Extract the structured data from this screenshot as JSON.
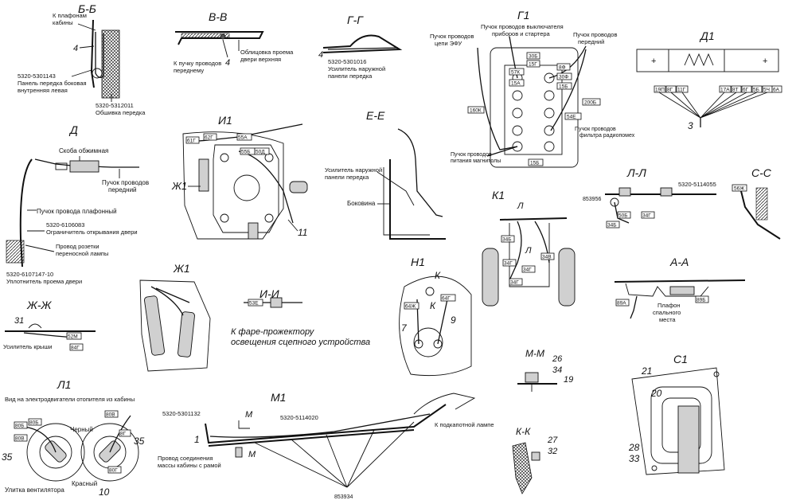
{
  "colors": {
    "ink": "#111111",
    "paper": "#ffffff",
    "shade": "#d0d0d0"
  },
  "views": {
    "bb": {
      "title": "Б-Б",
      "l_cab": "К плафонам",
      "l_cab2": "кабины",
      "n4": "4",
      "p1": "5320-5301143",
      "p1d1": "Панель передка боковая",
      "p1d2": "внутренняя левая",
      "p2": "5320-5312011",
      "p2d": "Обшивка передка"
    },
    "vv": {
      "title": "В-В",
      "l1": "Облицовка проема",
      "l2": "двери верхняя",
      "l3": "К пучку проводов",
      "l4": "переднему",
      "n4": "4"
    },
    "gg": {
      "title": "Г-Г",
      "n4": "4",
      "p": "5320-5301016",
      "d1": "Усилитель наружной",
      "d2": "панели передка"
    },
    "g1": {
      "title": "Г1",
      "l_efu1": "Пучок проводов",
      "l_efu2": "цепи ЭФУ",
      "l_sw1": "Пучок проводов выключателя",
      "l_sw2": "приборов и стартера",
      "l_front1": "Пучок проводов",
      "l_front2": "передний",
      "l_filter1": "Пучок проводов",
      "l_filter2": "фильтра радиопомех",
      "l_mag1": "Пучок проводов",
      "l_mag2": "питания магнитолы",
      "tags": [
        "30Б",
        "15Г",
        "57К",
        "15А",
        "8Ф",
        "30Ф",
        "15Б",
        "160К",
        "200Б",
        "54Е",
        "15Б"
      ]
    },
    "d1": {
      "title": "Д1",
      "plus1": "+",
      "plus2": "+",
      "tags": [
        "19П",
        "8Г",
        "11Г",
        "17А",
        "8Т",
        "6Г",
        "5Б",
        "5Ч",
        "6А"
      ],
      "n3": "3"
    },
    "d": {
      "title": "Д",
      "l1": "Скоба обжимная",
      "l2": "Пучок проводов",
      "l3": "передний",
      "l4": "Пучок провода плафонный",
      "p1": "5320-6106083",
      "p1d": "Ограничитель открывания двери",
      "l5": "Провод розетки",
      "l6": "переносной лампы",
      "p2": "5320-6107147-10",
      "p2d": "Уплотнитель проема двери"
    },
    "i1": {
      "title": "И1",
      "tags": [
        "61Г",
        "62Г",
        "55А",
        "55Б",
        "50Д"
      ],
      "zh": "Ж1",
      "n11": "11"
    },
    "ee": {
      "title": "Е-Е",
      "l1": "Усилитель наружной",
      "l2": "панели передка",
      "l3": "Боковина"
    },
    "ll": {
      "title": "Л-Л",
      "p": "5320-5114055",
      "n1": "853956",
      "tags": [
        "50Б",
        "34Г",
        "34Б"
      ]
    },
    "ss": {
      "title": "С-С",
      "tag": "56Ж"
    },
    "k1": {
      "title": "К1",
      "l": "Л",
      "l2": "Л",
      "tags": [
        "34Б",
        "34Г",
        "34В",
        "34Г",
        "34Г"
      ]
    },
    "aa": {
      "title": "А-А",
      "tags": [
        "89А",
        "89Б"
      ],
      "d1": "Плафон",
      "d2": "спального",
      "d3": "места"
    },
    "zhzh": {
      "title": "Ж-Ж",
      "n31": "31",
      "l": "Усилитель крыши",
      "tags": [
        "52М",
        "84Г"
      ]
    },
    "zh1": {
      "title": "Ж1"
    },
    "ii": {
      "title": "И-И",
      "tag": "53Е",
      "l1": "К фаре-прожектору",
      "l2": "освещения сцепного устройства"
    },
    "n1": {
      "title": "Н1",
      "k1": "К",
      "k2": "К",
      "tags": [
        "64Ж",
        "64Г"
      ],
      "n7": "7",
      "n9": "9"
    },
    "l1": {
      "title": "Л1",
      "cap": "Вид на электродвигатели отопителя из кабины",
      "black": "Черный",
      "red": "Красный",
      "snail": "Улитка вентилятора",
      "n35a": "35",
      "n35b": "35",
      "n10": "10",
      "tags": [
        "80Б",
        "80Б",
        "80В",
        "80В",
        "8Г",
        "80Г"
      ]
    },
    "m1": {
      "title": "М1",
      "p1": "5320-5301132",
      "p2": "5320-5114020",
      "m1": "М",
      "m2": "М",
      "n1": "1",
      "l1": "Провод соединения",
      "l2": "массы кабины с рамой",
      "l3": "К подкапотной лампе",
      "n": "853934"
    },
    "mm": {
      "title": "М-М",
      "n26": "26",
      "n34": "34",
      "n19": "19"
    },
    "kk": {
      "title": "К-К",
      "n27": "27",
      "n32": "32"
    },
    "s1": {
      "title": "С1",
      "n21": "21",
      "n20": "20",
      "n28": "28",
      "n33": "33"
    }
  }
}
